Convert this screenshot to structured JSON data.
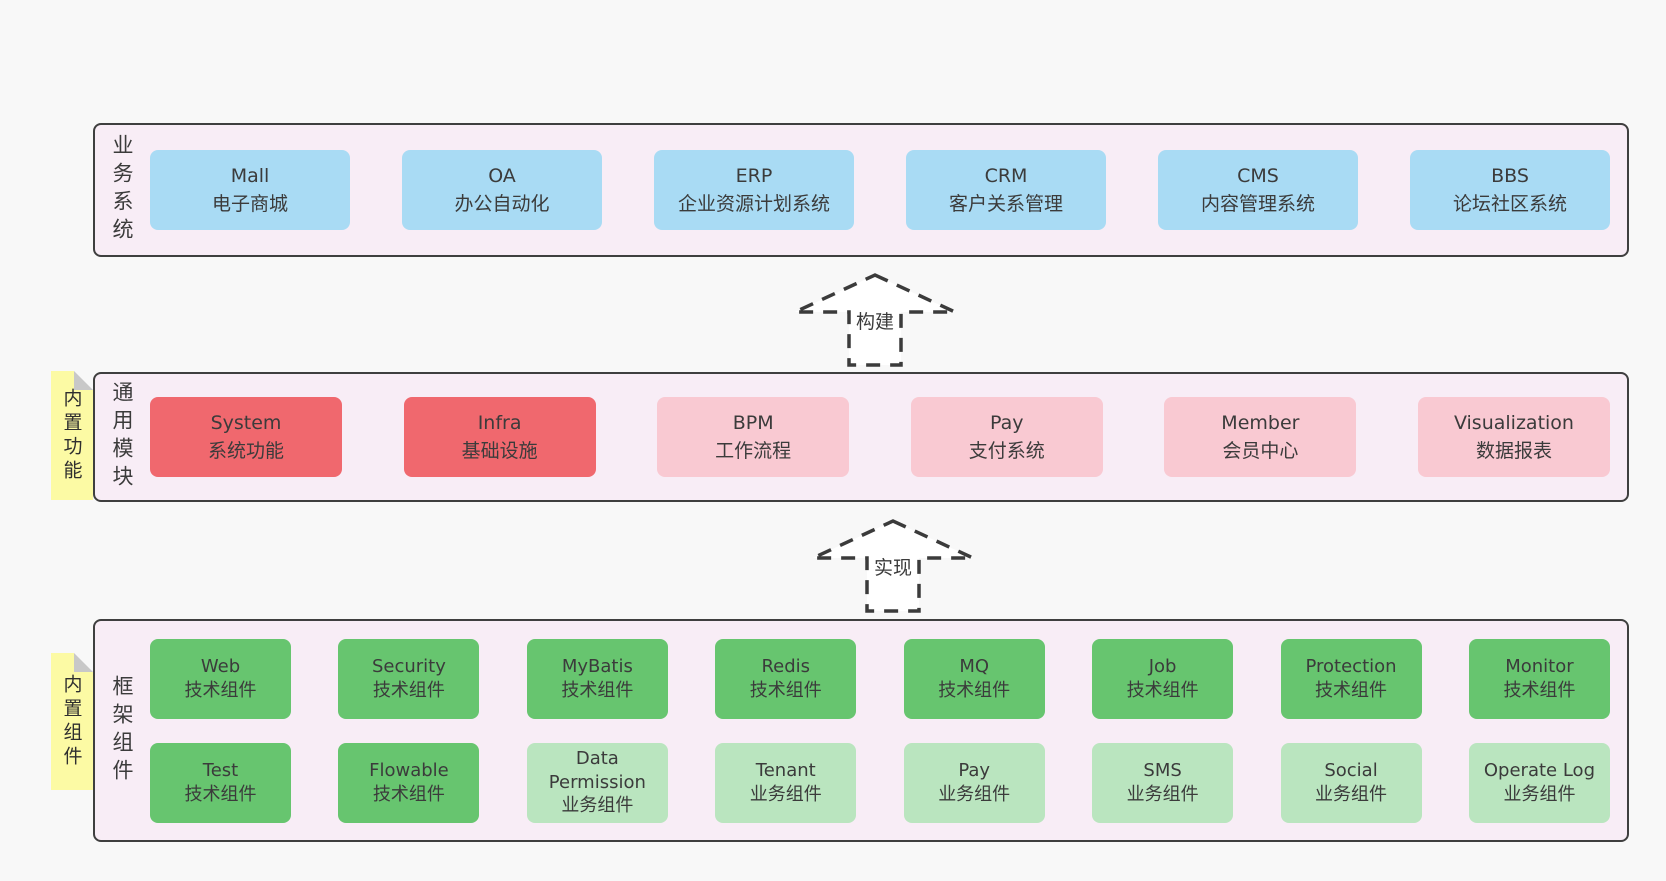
{
  "colors": {
    "page_background": "#f8f8f8",
    "panel_background": "#f8edf6",
    "panel_border": "#3f3f3f",
    "box_blue": "#a9dbf4",
    "box_red": "#f0686e",
    "box_pink": "#f9c9d2",
    "box_green": "#67c56f",
    "box_light_green": "#bae5bf",
    "sticky_yellow": "#fcfaa4",
    "text": "#3b3b3b"
  },
  "arrows": [
    {
      "label": "构建"
    },
    {
      "label": "实现"
    }
  ],
  "containers": [
    {
      "label": "业务系统",
      "boxes": [
        {
          "name": "Mall",
          "desc": "电子商城"
        },
        {
          "name": "OA",
          "desc": "办公自动化"
        },
        {
          "name": "ERP",
          "desc": "企业资源计划系统"
        },
        {
          "name": "CRM",
          "desc": "客户关系管理"
        },
        {
          "name": "CMS",
          "desc": "内容管理系统"
        },
        {
          "name": "BBS",
          "desc": "论坛社区系统"
        }
      ]
    },
    {
      "label": "通用模块",
      "sticky": "内置功能",
      "boxes": [
        {
          "name": "System",
          "desc": "系统功能",
          "variant": "red"
        },
        {
          "name": "Infra",
          "desc": "基础设施",
          "variant": "red"
        },
        {
          "name": "BPM",
          "desc": "工作流程",
          "variant": "pink"
        },
        {
          "name": "Pay",
          "desc": "支付系统",
          "variant": "pink"
        },
        {
          "name": "Member",
          "desc": "会员中心",
          "variant": "pink"
        },
        {
          "name": "Visualization",
          "desc": "数据报表",
          "variant": "pink"
        }
      ]
    },
    {
      "label": "框架组件",
      "sticky": "内置组件",
      "rows": [
        [
          {
            "name": "Web",
            "desc": "技术组件",
            "variant": "green"
          },
          {
            "name": "Security",
            "desc": "技术组件",
            "variant": "green"
          },
          {
            "name": "MyBatis",
            "desc": "技术组件",
            "variant": "green"
          },
          {
            "name": "Redis",
            "desc": "技术组件",
            "variant": "green"
          },
          {
            "name": "MQ",
            "desc": "技术组件",
            "variant": "green"
          },
          {
            "name": "Job",
            "desc": "技术组件",
            "variant": "green"
          },
          {
            "name": "Protection",
            "desc": "技术组件",
            "variant": "green"
          },
          {
            "name": "Monitor",
            "desc": "技术组件",
            "variant": "green"
          }
        ],
        [
          {
            "name": "Test",
            "desc": "技术组件",
            "variant": "green"
          },
          {
            "name": "Flowable",
            "desc": "技术组件",
            "variant": "green"
          },
          {
            "name": "Data Permission",
            "desc": "业务组件",
            "variant": "lightgreen"
          },
          {
            "name": "Tenant",
            "desc": "业务组件",
            "variant": "lightgreen"
          },
          {
            "name": "Pay",
            "desc": "业务组件",
            "variant": "lightgreen"
          },
          {
            "name": "SMS",
            "desc": "业务组件",
            "variant": "lightgreen"
          },
          {
            "name": "Social",
            "desc": "业务组件",
            "variant": "lightgreen"
          },
          {
            "name": "Operate Log",
            "desc": "业务组件",
            "variant": "lightgreen"
          }
        ]
      ]
    }
  ]
}
